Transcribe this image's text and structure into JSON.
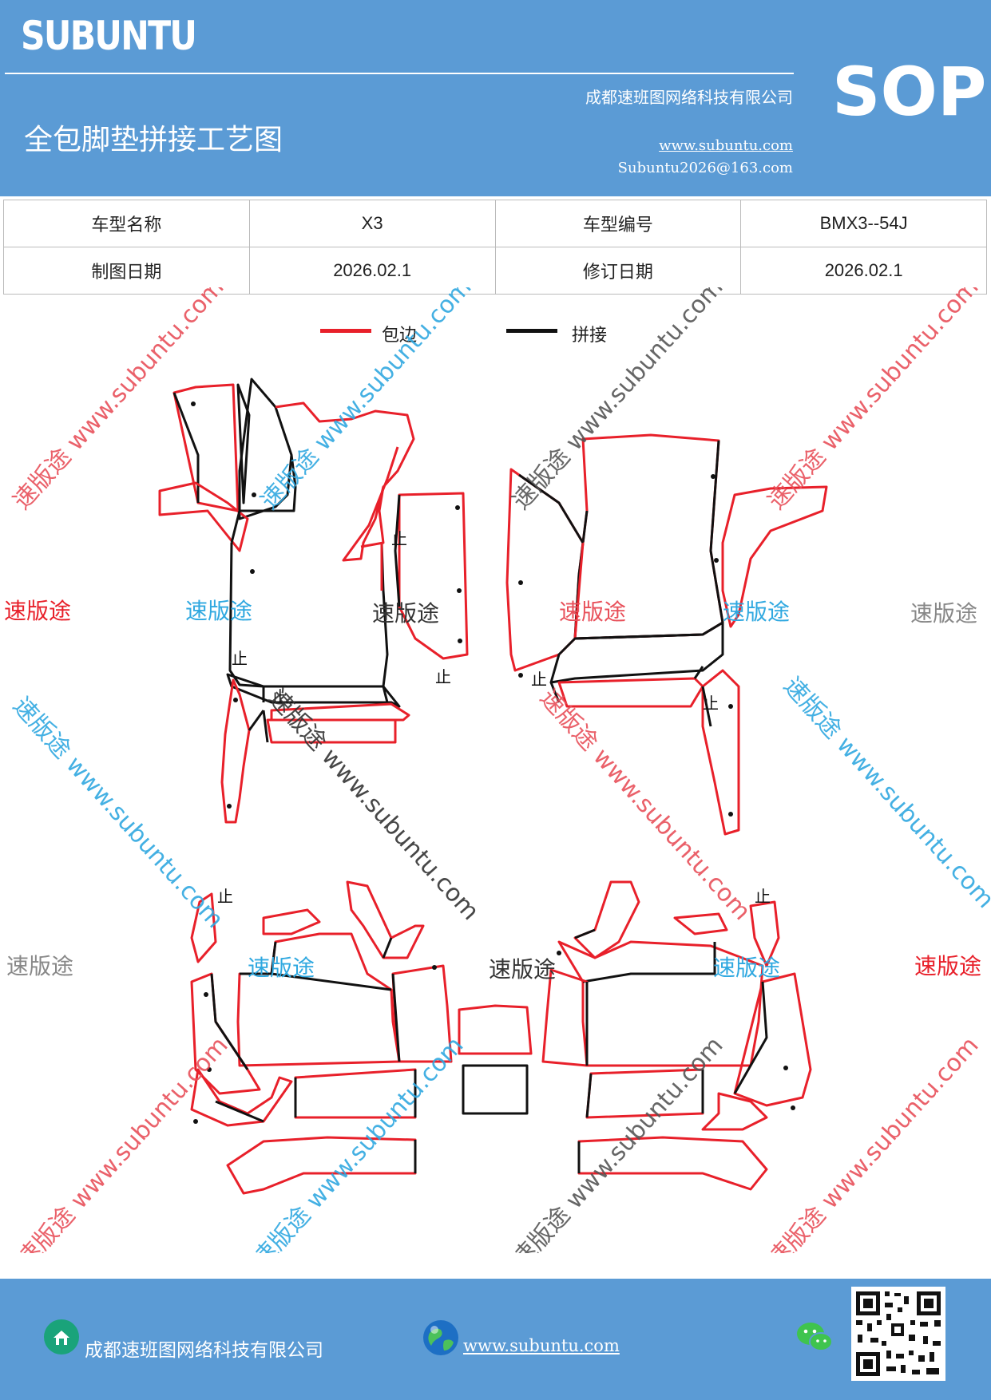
{
  "header": {
    "brand": "SUBUNTU",
    "company": "成都速班图网络科技有限公司",
    "title": "全包脚垫拼接工艺图",
    "website": "www.subuntu.com",
    "email": "Subuntu2026@163.com",
    "badge": "SOP"
  },
  "info_table": {
    "rows": [
      [
        "车型名称",
        "X3",
        "车型编号",
        "BMX3--54J"
      ],
      [
        "制图日期",
        "2026.02.1",
        "修订日期",
        "2026.02.1"
      ]
    ]
  },
  "legend": {
    "items": [
      {
        "label": "包边",
        "color": "#e8202a"
      },
      {
        "label": "拼接",
        "color": "#111111"
      }
    ]
  },
  "watermarks": {
    "text": "速版途",
    "url_text": "速版途 www.subuntu.com",
    "colors": [
      "#e8202a",
      "#2fa8e0",
      "#333333",
      "#888888"
    ]
  },
  "diagram": {
    "seam_symbol": "止"
  },
  "footer": {
    "company": "成都速班图网络科技有限公司",
    "website": "www.subuntu.com",
    "icons": [
      "home-icon",
      "globe-icon",
      "wechat-icon",
      "qr-code"
    ]
  }
}
